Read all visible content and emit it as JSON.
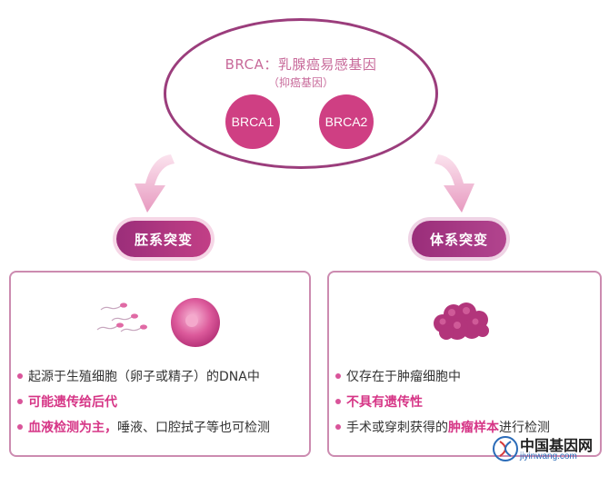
{
  "brca": {
    "title": "BRCA：乳腺癌易感基因",
    "subtitle": "（抑癌基因）",
    "gene1": "BRCA1",
    "gene2": "BRCA2"
  },
  "germline": {
    "label": "胚系突变",
    "line1": "起源于生殖细胞（卵子或精子）的DNA中",
    "line2": "可能遗传给后代",
    "line3_hl": "血液检测为主，",
    "line3_rest": "唾液、口腔拭子等也可检测"
  },
  "somatic": {
    "label": "体系突变",
    "line1": "仅存在于肿瘤细胞中",
    "line2": "不具有遗传性",
    "line3_pre": "手术或穿刺获得的",
    "line3_hl": "肿瘤样本",
    "line3_post": "进行检测"
  },
  "watermark": {
    "cn": "中国基因网",
    "en": "jiyinwang.com"
  },
  "colors": {
    "accent": "#cf3f83",
    "outline": "#9b3d7c",
    "panel_border": "#cc8bb0"
  }
}
